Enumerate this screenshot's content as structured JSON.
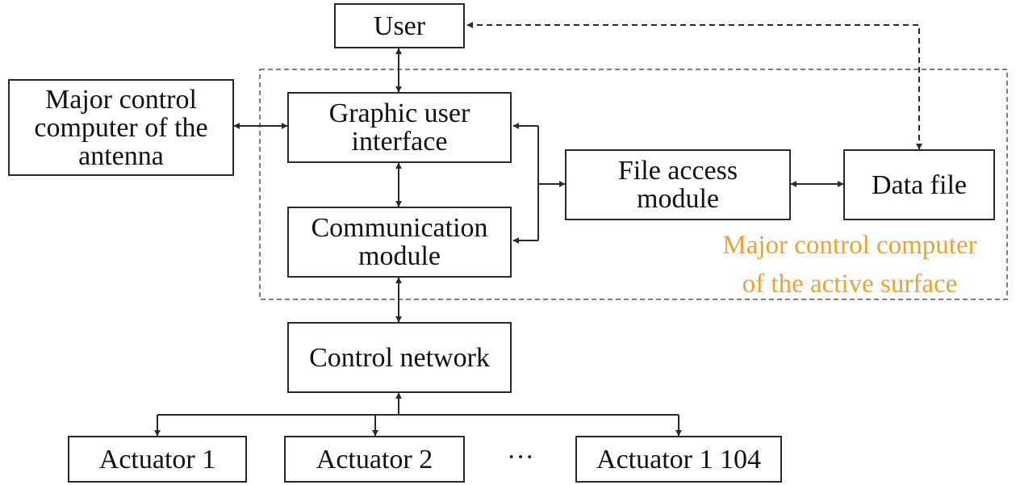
{
  "colors": {
    "line": "#2a2a2a",
    "region_label": "#f0a030",
    "region_border": "#555555"
  },
  "nodes": {
    "user": "User",
    "antenna_computer": "Major control\ncomputer of the\nantenna",
    "gui": "Graphic user\ninterface",
    "comm_module": "Communication\nmodule",
    "file_access": "File access\nmodule",
    "data_file": "Data file",
    "control_network": "Control network",
    "actuator_1": "Actuator 1",
    "actuator_2": "Actuator 2",
    "actuator_last": "Actuator 1 104"
  },
  "ellipsis": "···",
  "region": {
    "label": "Major control computer\nof the active surface"
  },
  "connections": [
    {
      "from": "user",
      "to": "gui",
      "style": "solid",
      "arrows": "both"
    },
    {
      "from": "antenna_computer",
      "to": "gui",
      "style": "solid",
      "arrows": "both"
    },
    {
      "from": "gui",
      "to": "comm_module",
      "style": "solid",
      "arrows": "both"
    },
    {
      "from": "gui",
      "to": "file_access",
      "style": "solid",
      "arrows": "both"
    },
    {
      "from": "comm_module",
      "to": "file_access",
      "style": "solid",
      "arrows": "both"
    },
    {
      "from": "file_access",
      "to": "data_file",
      "style": "solid",
      "arrows": "both"
    },
    {
      "from": "user",
      "to": "data_file",
      "style": "dashed",
      "arrows": "both"
    },
    {
      "from": "comm_module",
      "to": "control_network",
      "style": "solid",
      "arrows": "both"
    },
    {
      "from": "actuator_1",
      "to": "control_network",
      "style": "solid",
      "arrows": "both"
    },
    {
      "from": "actuator_2",
      "to": "control_network",
      "style": "solid",
      "arrows": "both"
    },
    {
      "from": "actuator_last",
      "to": "control_network",
      "style": "solid",
      "arrows": "both"
    }
  ]
}
